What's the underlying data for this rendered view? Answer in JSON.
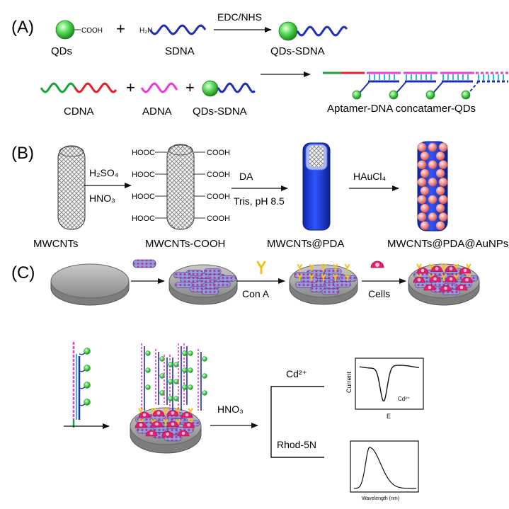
{
  "panels": {
    "a": "(A)",
    "b": "(B)",
    "c": "(C)"
  },
  "panel_a": {
    "qd_group": "COOH",
    "plus": "+",
    "amine": "H₂N",
    "arrow_reagent": "EDC/NHS",
    "labels": {
      "qds": "QDs",
      "sdna": "SDNA",
      "qds_sdna": "QDs-SDNA",
      "cdna": "CDNA",
      "adna": "ADNA",
      "qds_sdna2": "QDs-SDNA",
      "concatamer": "Aptamer-DNA concatamer-QDs"
    }
  },
  "panel_b": {
    "acid_top": "H₂SO₄",
    "acid_bottom": "HNO₃",
    "cooh_left": "HOOC",
    "cooh_right": "COOH",
    "da": "DA",
    "tris": "Tris, pH 8.5",
    "haucl": "HAuCl₄",
    "labels": {
      "mwcnts": "MWCNTs",
      "mwcnts_cooh": "MWCNTs-COOH",
      "mwcnts_pda": "MWCNTs@PDA",
      "mwcnts_pda_au": "MWCNTs@PDA@AuNPs"
    }
  },
  "panel_c": {
    "con_a": "Con A",
    "cells": "Cells",
    "hno3": "HNO₃",
    "cd": "Cd²⁺",
    "rhod": "Rhod-5N",
    "plot1": {
      "ylabel": "Current",
      "xlabel": "E",
      "annotation": "Cd²⁺"
    },
    "plot2": {
      "xlabel": "Wavelength (nm)"
    }
  },
  "colors": {
    "qd_green": "#4bd64b",
    "sdna_blue": "#1f2fb4",
    "cdna_green": "#1aa33a",
    "cdna_red": "#e0202a",
    "adna_magenta": "#e83ad8",
    "cyan": "#2bb8e8",
    "pda_blue": "#1d3fd6",
    "au_pink": "#f09090",
    "cell_magenta": "#e0206e",
    "con_a_yellow": "#f2d21a"
  }
}
